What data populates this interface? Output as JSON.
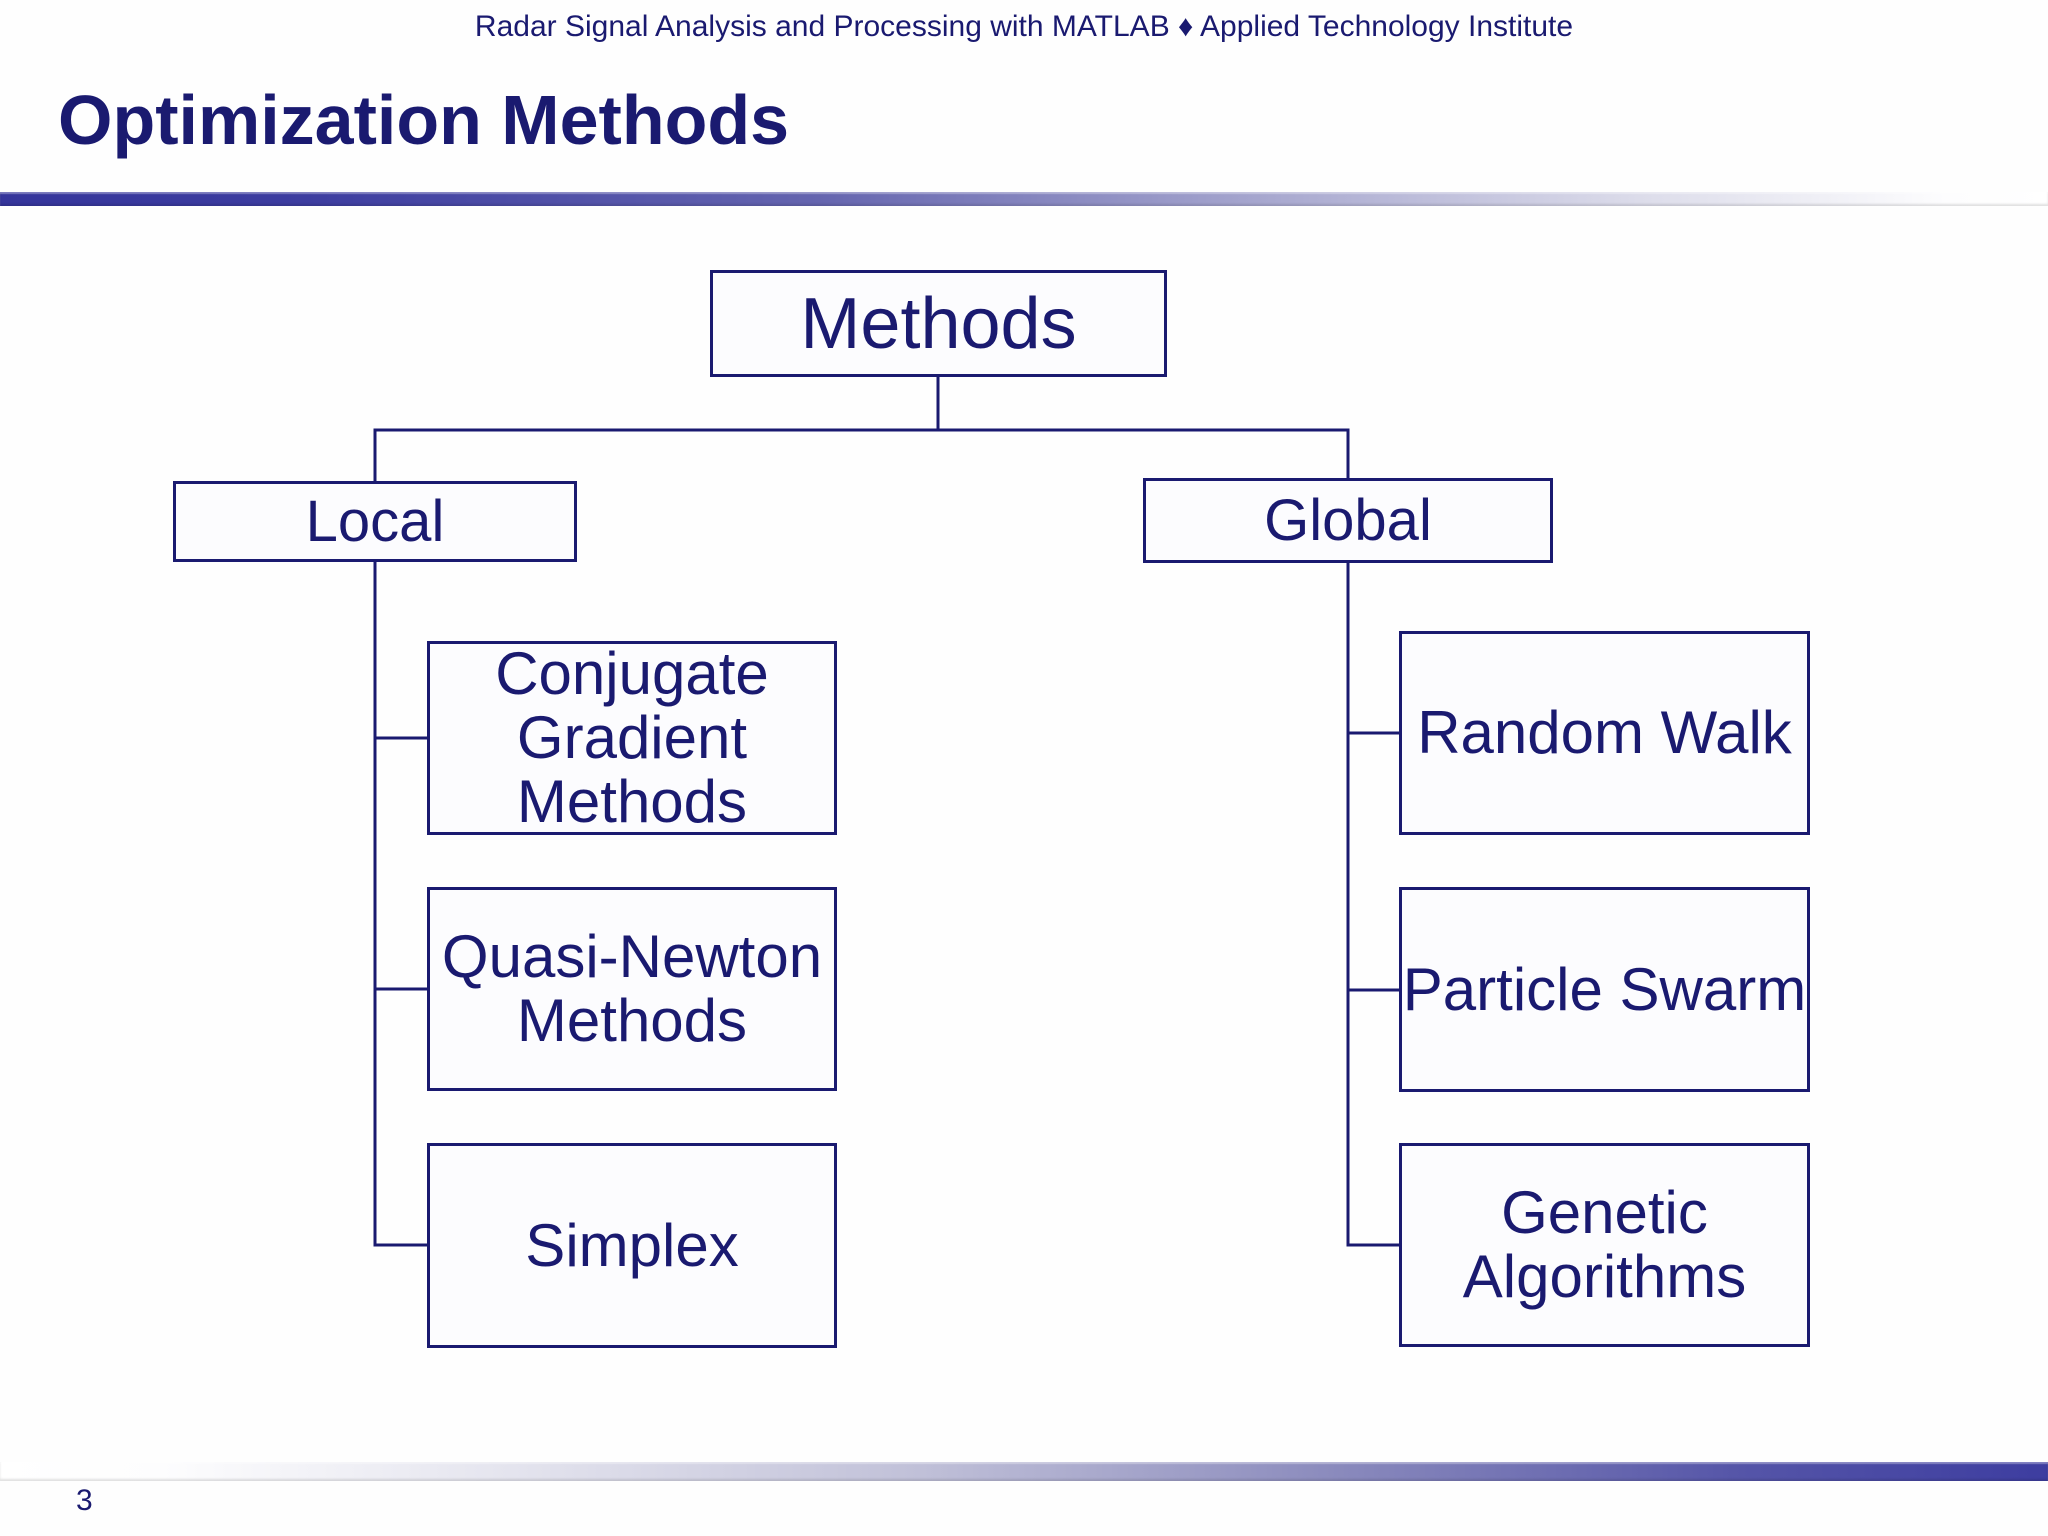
{
  "header": {
    "text": "Radar Signal Analysis and Processing with MATLAB ♦ Applied Technology Institute"
  },
  "title": {
    "text": "Optimization Methods"
  },
  "footer": {
    "page_number": "3"
  },
  "colors": {
    "navy_text_and_lines": "#1a1a70",
    "bar_dark_blue": "#3d3da0",
    "bar_light_end": "#ffffff",
    "box_fill": "#fcfcfe",
    "background": "#fefefe"
  },
  "diagram": {
    "root": {
      "label": "Methods"
    },
    "branches": [
      {
        "label": "Local",
        "children": [
          {
            "label": "Conjugate Gradient Methods",
            "lines": [
              "Conjugate",
              "Gradient",
              "Methods"
            ]
          },
          {
            "label": "Quasi-Newton Methods",
            "lines": [
              "Quasi-Newton",
              "Methods"
            ]
          },
          {
            "label": "Simplex",
            "lines": [
              "Simplex"
            ]
          }
        ]
      },
      {
        "label": "Global",
        "children": [
          {
            "label": "Random Walk",
            "lines": [
              "Random Walk"
            ]
          },
          {
            "label": "Particle Swarm",
            "lines": [
              "Particle Swarm"
            ]
          },
          {
            "label": "Genetic Algorithms",
            "lines": [
              "Genetic",
              "Algorithms"
            ]
          }
        ]
      }
    ]
  }
}
